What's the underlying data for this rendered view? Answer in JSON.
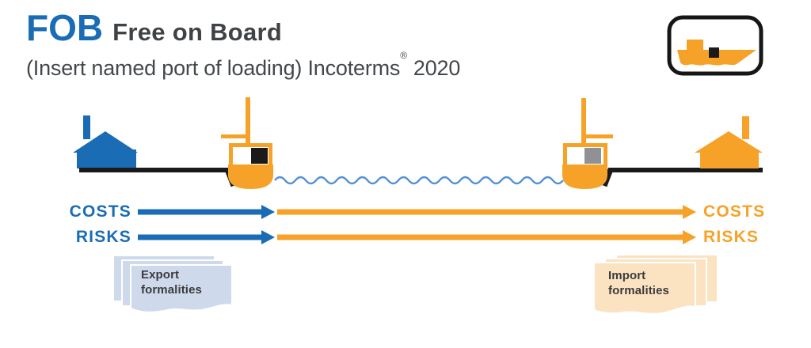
{
  "title": {
    "abbr": "FOB",
    "name": "Free on Board"
  },
  "subtitle": {
    "text": "(Insert named port of loading) Incoterms",
    "mark": "®",
    "year": "2020"
  },
  "labels": {
    "costs_left": "COSTS",
    "risks_left": "RISKS",
    "costs_right": "COSTS",
    "risks_right": "RISKS"
  },
  "formalities": {
    "export": {
      "line1": "Export",
      "line2": "formalities"
    },
    "import": {
      "line1": "Import",
      "line2": "formalities"
    }
  },
  "icons": {
    "badge": "cargo-ship-icon",
    "left_building": "seller-factory-icon",
    "right_building": "buyer-warehouse-icon",
    "left_ship": "vessel-at-port-of-loading-icon",
    "right_ship": "vessel-at-destination-port-icon",
    "wave": "sea-wave-line"
  },
  "colors": {
    "blue": "#1A6CB4",
    "orange": "#F6A228",
    "dark": "#3F4346",
    "subtitle": "#44484B",
    "ink": "#1A1A1A",
    "wave": "#5291D5",
    "gray": "#8F9194",
    "paperblue": "#CEDAEC",
    "paperorange": "#FBE3C2",
    "labeltext": "#3B3B3B"
  }
}
